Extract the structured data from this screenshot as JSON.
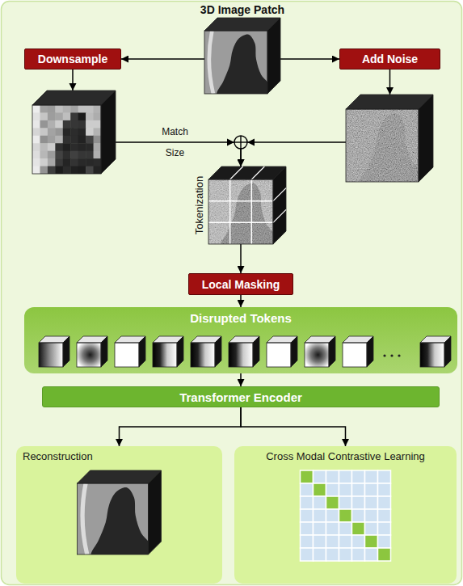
{
  "diagram": {
    "nodes": [
      {
        "text": [
          "3D Image Patch"
        ]
      },
      {
        "text": [
          "Downsample"
        ]
      },
      {
        "text": [
          "Add Noise"
        ]
      },
      {
        "text": [
          "Tokenization"
        ]
      },
      {
        "text": [
          "Local Masking"
        ]
      },
      {
        "text": [
          "Disrupted Tokens"
        ]
      },
      {
        "text": [
          "Transformer Encoder"
        ]
      },
      {
        "text": [
          "Reconstruction"
        ]
      },
      {
        "text": [
          "Cross Modal Contrastive Learning"
        ]
      }
    ],
    "edges": [
      {
        "from": 0,
        "to": 1,
        "arrow": "to"
      },
      {
        "from": 0,
        "to": 2,
        "arrow": "to"
      },
      {
        "from": 1,
        "to": 3,
        "label": "Match Size",
        "arrow": "to"
      },
      {
        "from": 2,
        "to": 3,
        "arrow": "to"
      },
      {
        "from": 3,
        "to": 4,
        "arrow": "to"
      },
      {
        "from": 4,
        "to": 5,
        "arrow": "to"
      },
      {
        "from": 5,
        "to": 6,
        "arrow": "to"
      },
      {
        "from": 6,
        "to": 7,
        "arrow": "to"
      },
      {
        "from": 6,
        "to": 8,
        "arrow": "to"
      }
    ]
  }
}
